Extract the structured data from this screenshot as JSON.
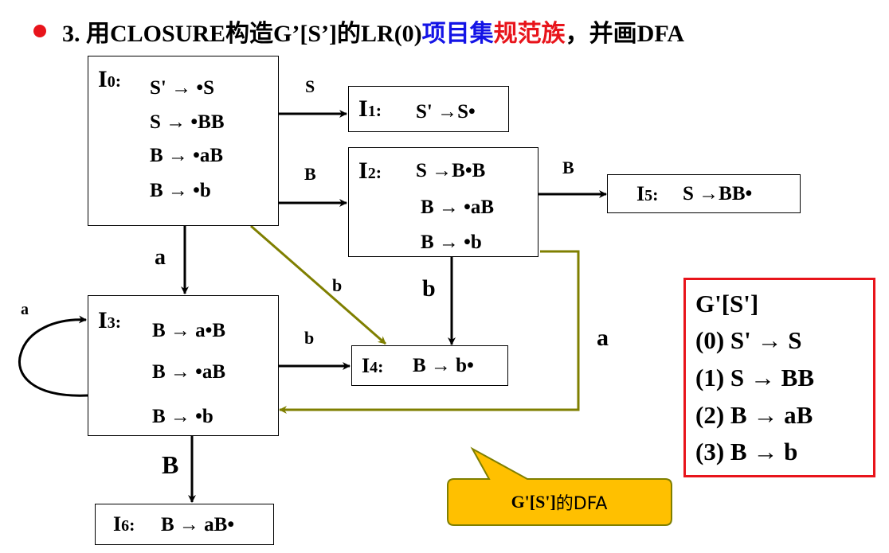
{
  "title": {
    "prefix": "3. 用CLOSURE构造G’[S’]的LR(0)",
    "blue_part": "项目集",
    "red_part": "规范族",
    "suffix": "，并画DFA"
  },
  "states": [
    {
      "id": "I0",
      "name": "I",
      "index": "0",
      "sep": ":",
      "items": [
        "S' → •S",
        "S → •BB",
        "B → •aB",
        "B → •b"
      ]
    },
    {
      "id": "I1",
      "name": "I",
      "index": "1",
      "sep": ":",
      "items": [
        "S' →S•"
      ]
    },
    {
      "id": "I2",
      "name": "I",
      "index": "2",
      "sep": ":",
      "items": [
        "S →B•B",
        "B → •aB",
        "B → •b"
      ]
    },
    {
      "id": "I3",
      "name": "I",
      "index": "3",
      "sep": ":",
      "items": [
        "B → a•B",
        "B → •aB",
        "B → •b"
      ]
    },
    {
      "id": "I4",
      "name": "I",
      "index": "4",
      "sep": ":",
      "items": [
        "B → b•"
      ]
    },
    {
      "id": "I5",
      "name": "I",
      "index": "5",
      "sep": ":",
      "items": [
        "S →BB•"
      ]
    },
    {
      "id": "I6",
      "name": "I",
      "index": "6",
      "sep": ":",
      "items": [
        "B → aB•"
      ]
    }
  ],
  "transitions": [
    {
      "from": "I0",
      "to": "I1",
      "symbol": "S"
    },
    {
      "from": "I0",
      "to": "I2",
      "symbol": "B"
    },
    {
      "from": "I0",
      "to": "I3",
      "symbol": "a"
    },
    {
      "from": "I0",
      "to": "I4",
      "symbol": "b"
    },
    {
      "from": "I2",
      "to": "I5",
      "symbol": "B"
    },
    {
      "from": "I2",
      "to": "I4",
      "symbol": "b"
    },
    {
      "from": "I2",
      "to": "I3",
      "symbol": "a"
    },
    {
      "from": "I3",
      "to": "I3",
      "symbol": "a"
    },
    {
      "from": "I3",
      "to": "I4",
      "symbol": "b"
    },
    {
      "from": "I3",
      "to": "I6",
      "symbol": "B"
    }
  ],
  "grammar": {
    "title": "G'[S']",
    "rules": [
      "(0) S'  → S",
      "(1) S   → BB",
      "(2) B  → aB",
      "(3) B  → b"
    ]
  },
  "callout": {
    "latin": "G'[S']",
    "cjk": "的DFA"
  },
  "colors": {
    "bullet": "#e8141b",
    "blue": "#1414e6",
    "red": "#e8141b",
    "olive_edge": "#7f7f00",
    "grammar_border": "#e8141b",
    "callout_fill": "#ffc000",
    "callout_border": "#7f7f00"
  }
}
